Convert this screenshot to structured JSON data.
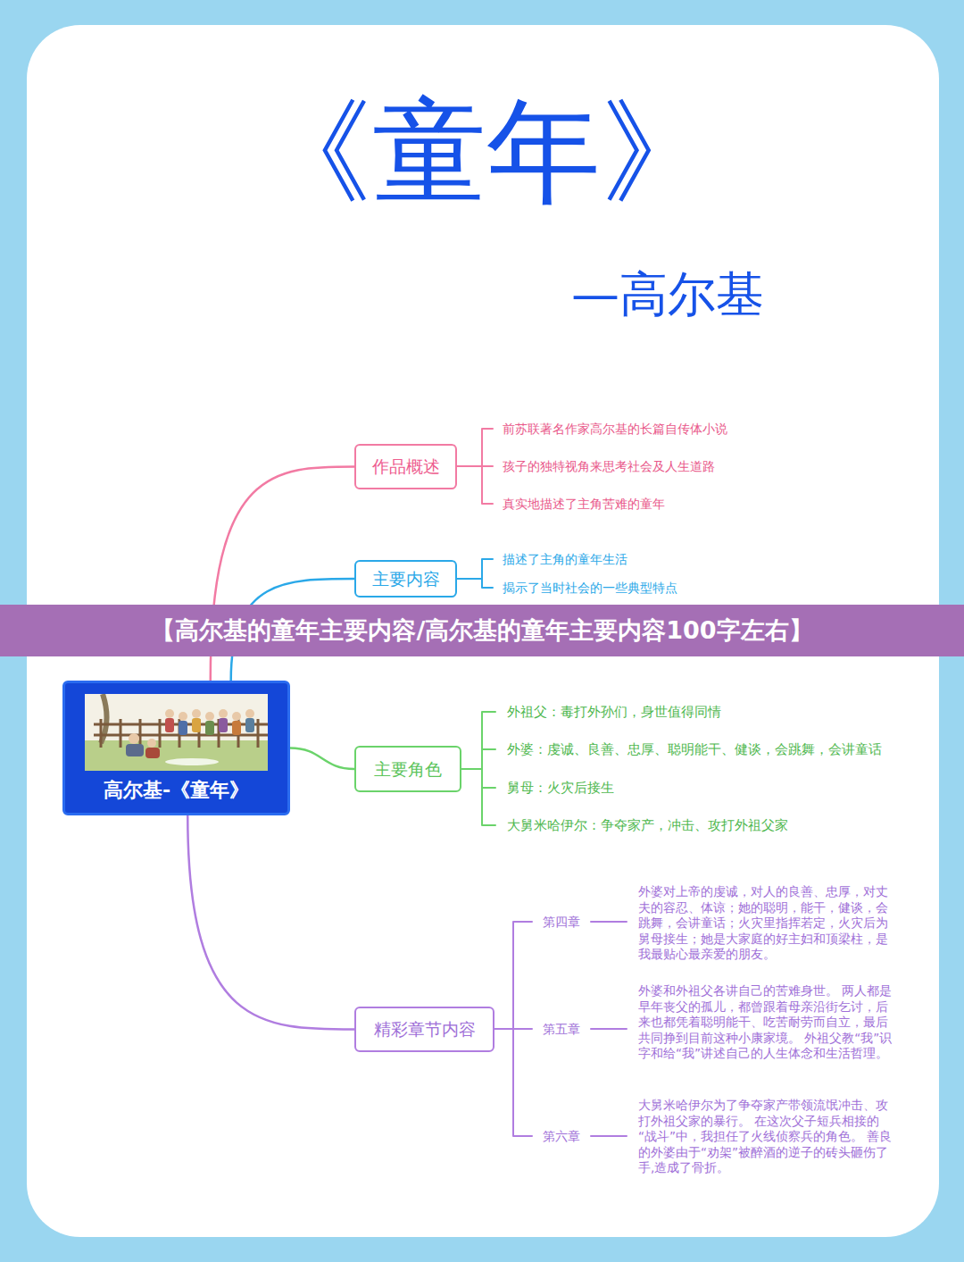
{
  "diagram": {
    "title": "《童年》",
    "nodes": [
      {
        "text": [
          "作品概述"
        ]
      },
      {
        "text": [
          "主要内容"
        ]
      },
      {
        "text": [
          "【高尔基的童年主要内容/高尔基的童年主要内容100字左右】"
        ]
      },
      {
        "text": [
          "高尔基-《童年》"
        ]
      },
      {
        "text": [
          "主要角色"
        ]
      },
      {
        "text": [
          "精彩章节内容"
        ]
      }
    ],
    "edges": [
      {
        "from": 3,
        "to": 0,
        "arrow": "none"
      },
      {
        "from": 3,
        "to": 1,
        "arrow": "none"
      },
      {
        "from": 3,
        "to": 4,
        "arrow": "none"
      },
      {
        "from": 3,
        "to": 5,
        "arrow": "none"
      }
    ],
    "labels": [
      "—高尔基",
      "前苏联著名作家高尔基的长篇自传体小说",
      "孩子的独特视角来思考社会及人生道路",
      "真实地描述了主角苦难的童年",
      "描述了主角的童年生活",
      "揭示了当时社会的一些典型特点",
      "外祖父：毒打外孙们，身世值得同情",
      "外婆：虔诚、良善、忠厚、聪明能干、健谈，会跳舞，会讲童话",
      "舅母：火灾后接生",
      "大舅米哈伊尔：争夺家产，冲击、攻打外祖父家",
      "第四章",
      "外婆对上帝的虔诚，对人的良善、忠厚，对丈夫的容忍、体谅；她的聪明，能干，健谈，会跳舞，会讲童话；火灾里指挥若定，火灾后为舅母接生；她是大家庭的好主妇和顶梁柱，是我最贴心最亲爱的朋友。",
      "第五章",
      "外婆和外祖父各讲自己的苦难身世。 两人都是早年丧父的孤儿，都曾跟着母亲沿街乞讨，后来也都凭着聪明能干、吃苦耐劳而自立，最后共同挣到目前这种小康家境。 外祖父教“我”识字和给“我”讲述自己的人生体念和生活哲理。",
      "第六章",
      "大舅米哈伊尔为了争夺家产带领流氓冲击、攻打外祖父家的暴行。 在这次父子短兵相接的“战斗”中，我担任了火线侦察兵的角色。 善良的外婆由于“劝架”被醉酒的逆子的砖头砸伤了手,造成了骨折。"
    ]
  }
}
